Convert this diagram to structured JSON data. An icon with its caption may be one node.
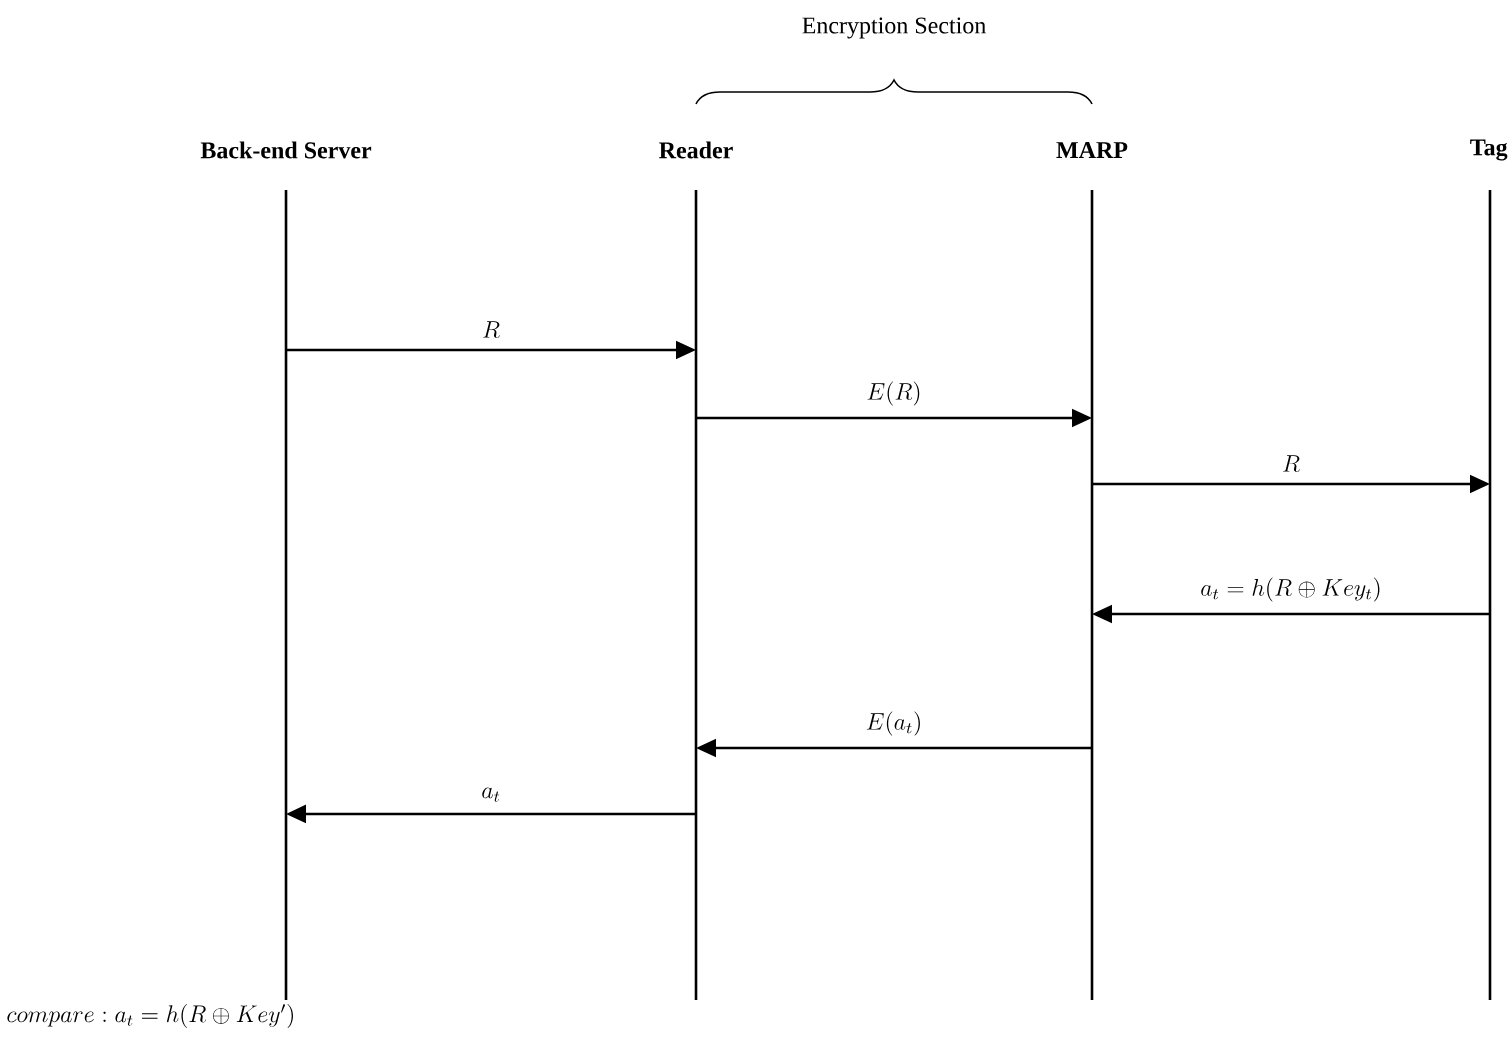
{
  "diagram": {
    "nodes": [
      {
        "text": [
          "Back-end Server"
        ]
      },
      {
        "text": [
          "Reader"
        ]
      },
      {
        "text": [
          "MARP"
        ]
      },
      {
        "text": [
          "Tag"
        ]
      }
    ],
    "edges": [
      {
        "from": 0,
        "to": 1,
        "arrow": "to",
        "label": "R"
      },
      {
        "from": 1,
        "to": 2,
        "arrow": "to",
        "label": "E(R)"
      },
      {
        "from": 2,
        "to": 3,
        "arrow": "to",
        "label": "R"
      },
      {
        "from": 3,
        "to": 2,
        "arrow": "to",
        "label": "a_t = h(R \\oplus Key_t)"
      },
      {
        "from": 2,
        "to": 1,
        "arrow": "to",
        "label": "E(a_t)"
      },
      {
        "from": 1,
        "to": 0,
        "arrow": "to",
        "label": "a_t"
      }
    ],
    "labels": [
      "Encryption Section",
      "compare: a_t = h(R \\oplus Key')"
    ]
  }
}
